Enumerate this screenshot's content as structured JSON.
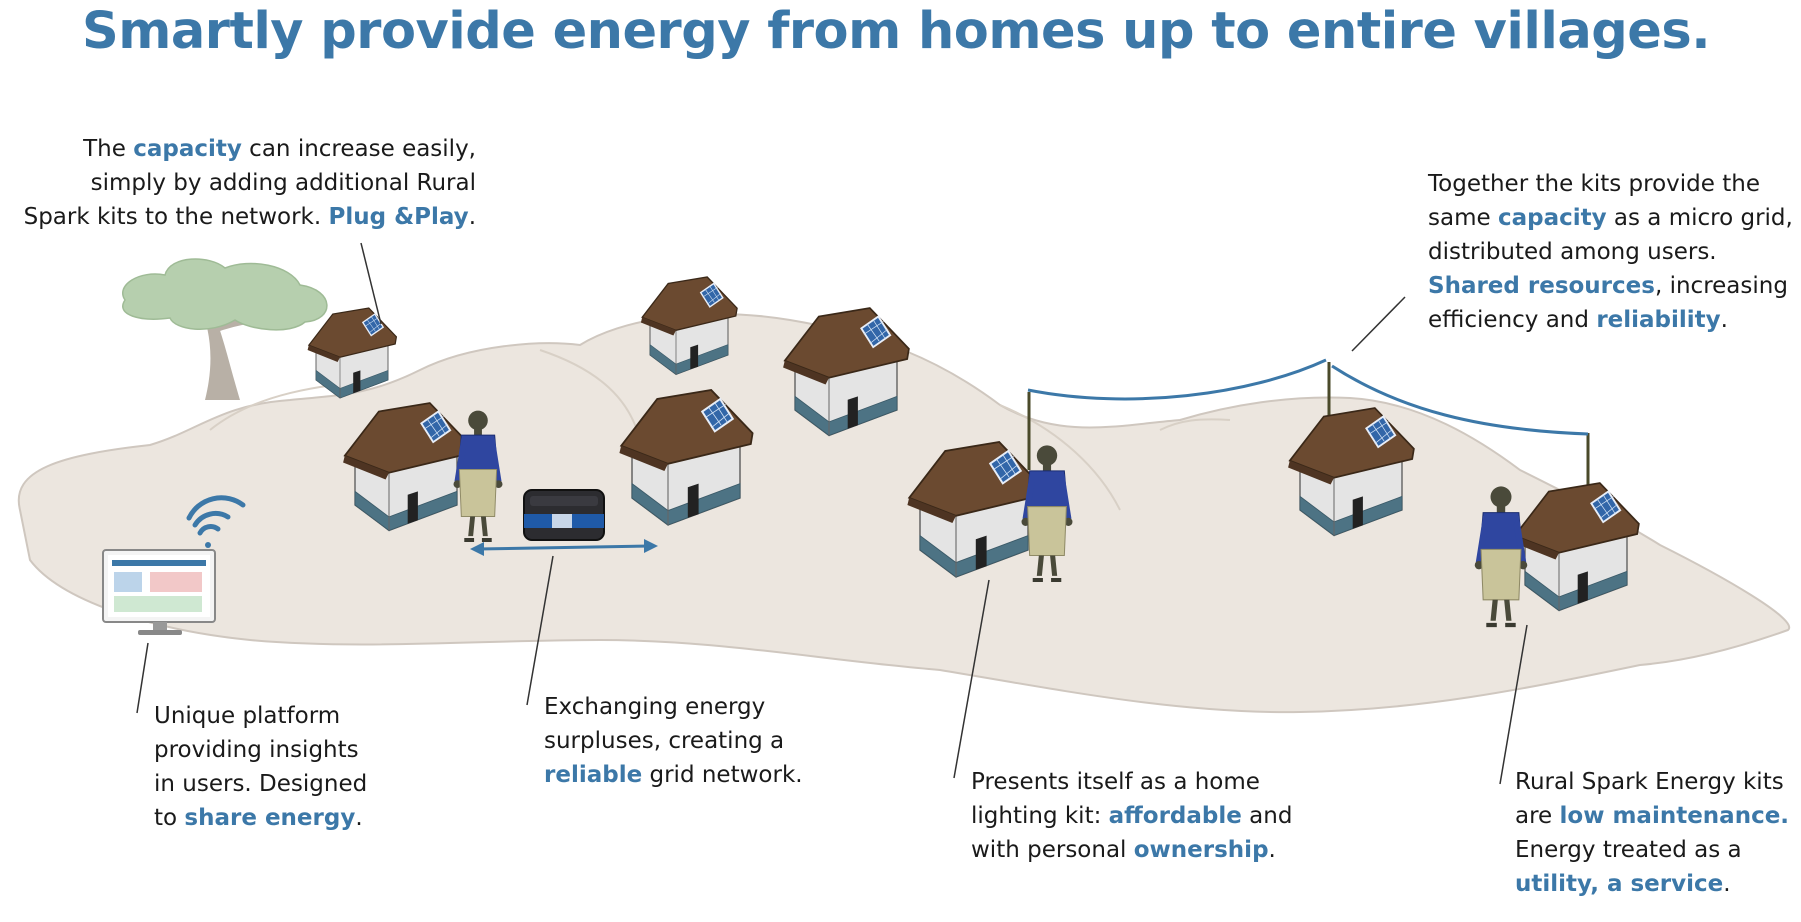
{
  "title": "Smartly provide energy from homes up to entire villages.",
  "colors": {
    "accent": "#3c78a8",
    "ground": "#ece6df",
    "roof": "#6b4a30",
    "wall": "#e4e4e4",
    "band": "#4d7384"
  },
  "captions": {
    "capacity": {
      "l1a": "The ",
      "l1b": "capacity",
      "l1c": " can increase easily,",
      "l2": "simply by adding additional Rural",
      "l3a": "Spark kits to the network. ",
      "l3b": "Plug &Play",
      "l3c": "."
    },
    "together": {
      "l1": "Together the kits provide the",
      "l2a": "same ",
      "l2b": "capacity",
      "l2c": " as a micro grid,",
      "l3": "distributed among users.",
      "l4a": "Shared resources",
      "l4b": ", increasing",
      "l5a": "efficiency and ",
      "l5b": "reliability",
      "l5c": "."
    },
    "platform": {
      "l1": "Unique platform",
      "l2": "providing insights",
      "l3": "in users. Designed",
      "l4a": "to ",
      "l4b": "share energy",
      "l4c": "."
    },
    "exchange": {
      "l1": "Exchanging energy",
      "l2": "surpluses, creating a",
      "l3a": "reliable",
      "l3b": " grid network."
    },
    "homekit": {
      "l1": "Presents itself as a home",
      "l2a": "lighting kit: ",
      "l2b": "affordable",
      "l2c": " and",
      "l3a": "with personal ",
      "l3b": "ownership",
      "l3c": "."
    },
    "rural": {
      "l1": "Rural Spark Energy kits",
      "l2a": "are ",
      "l2b": "low maintenance.",
      "l3": "Energy treated as a",
      "l4a": "utility, a service",
      "l4b": "."
    }
  }
}
